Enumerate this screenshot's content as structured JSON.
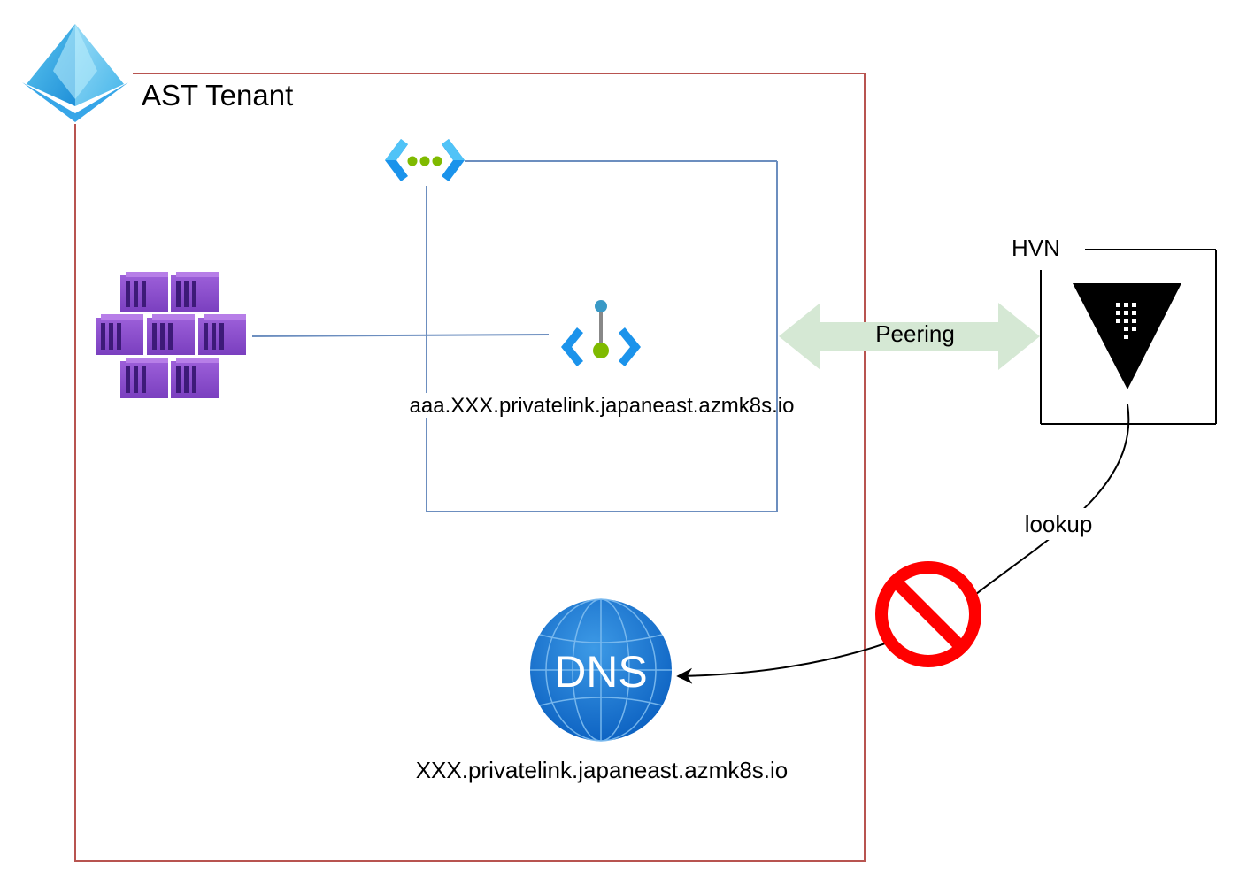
{
  "tenant": {
    "label": "AST Tenant",
    "icon": "azure-ad-pyramid-icon",
    "border_color": "#b85450"
  },
  "vnet": {
    "icon": "virtual-network-icon",
    "border_color": "#6c8ebf"
  },
  "aks": {
    "icon": "kubernetes-service-icon"
  },
  "private_endpoint": {
    "icon": "private-endpoint-icon",
    "label": "aaa.XXX.privatelink.japaneast.azmk8s.io"
  },
  "peering": {
    "label": "Peering",
    "color": "#d5e8d4"
  },
  "hvn": {
    "label": "HVN",
    "icon": "vault-icon"
  },
  "lookup": {
    "label": "lookup",
    "blocked_icon": "prohibited-icon"
  },
  "dns": {
    "icon": "dns-globe-icon",
    "icon_text": "DNS",
    "label": "XXX.privatelink.japaneast.azmk8s.io"
  }
}
